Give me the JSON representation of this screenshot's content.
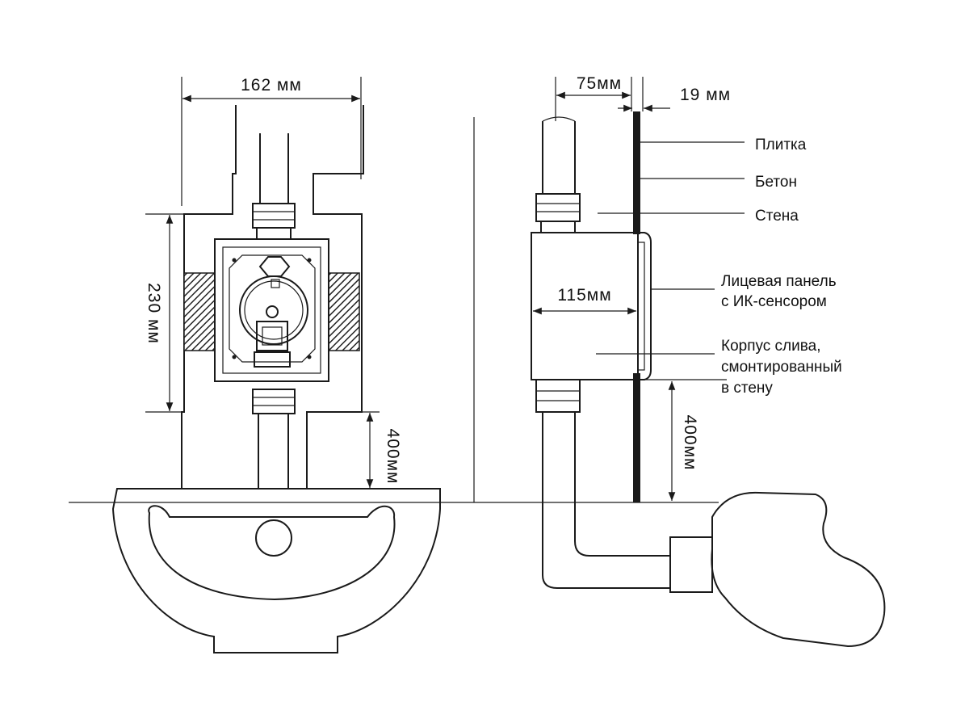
{
  "front_view": {
    "width_dim": "162 мм",
    "height_dim": "230 мм",
    "offset_dim": "400мм"
  },
  "side_view": {
    "depth_dim": "75мм",
    "panel_dim": "19 мм",
    "body_dim": "115мм",
    "offset_dim": "400мм",
    "labels": {
      "tile": "Плитка",
      "concrete": "Бетон",
      "wall": "Стена",
      "panel_line1": "Лицевая панель",
      "panel_line2": "с ИК-сенсором",
      "body_line1": "Корпус слива,",
      "body_line2": "смонтированный",
      "body_line3": "в стену"
    }
  }
}
